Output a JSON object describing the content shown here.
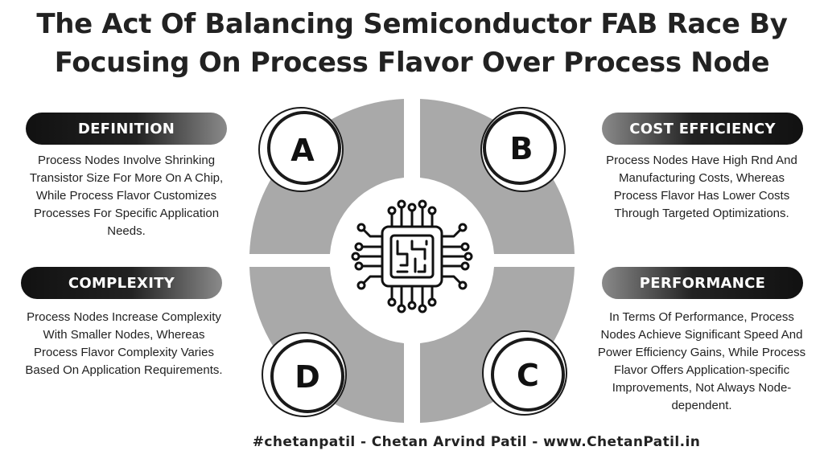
{
  "title": {
    "line1": "The Act Of Balancing Semiconductor FAB Race By",
    "line2": "Focusing On Process Flavor Over Process Node"
  },
  "segments": [
    {
      "letter": "A"
    },
    {
      "letter": "B"
    },
    {
      "letter": "C"
    },
    {
      "letter": "D"
    }
  ],
  "sections": {
    "definition": {
      "label": "DEFINITION",
      "text": "Process Nodes Involve Shrinking Transistor Size For More On A Chip, While Process Flavor Customizes Processes For Specific Application Needs."
    },
    "complexity": {
      "label": "COMPLEXITY",
      "text": "Process Nodes Increase Complexity With Smaller Nodes, Whereas Process Flavor Complexity Varies Based On Application Requirements."
    },
    "cost_efficiency": {
      "label": "COST EFFICIENCY",
      "text": "Process Nodes Have High Rnd And Manufacturing Costs, Whereas Process Flavor Has Lower Costs Through Targeted Optimizations."
    },
    "performance": {
      "label": "PERFORMANCE",
      "text": "In Terms Of Performance, Process Nodes Achieve Significant Speed And Power Efficiency Gains, While Process Flavor Offers Application-specific Improvements, Not Always Node-dependent."
    }
  },
  "center_icon": "microchip-icon",
  "colors": {
    "segment_gray": "#a9a9a9",
    "dark": "#1a1a1a",
    "text": "#222222"
  },
  "footer": "#chetanpatil - Chetan Arvind Patil - www.ChetanPatil.in"
}
